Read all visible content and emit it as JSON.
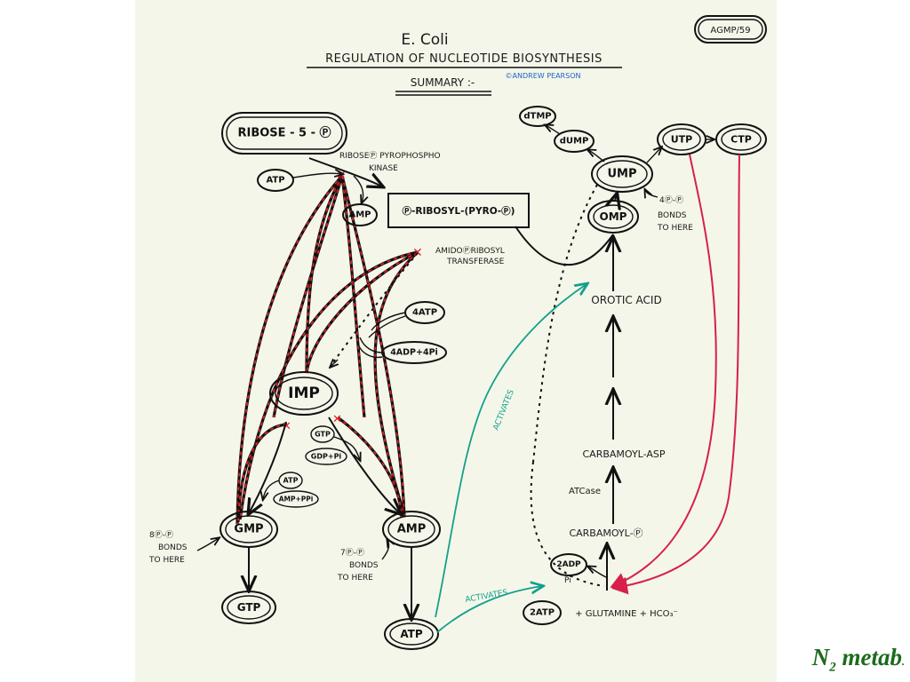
{
  "header": {
    "organism": "E. Coli",
    "title": "REGULATION OF NUCLEOTIDE BIOSYNTHESIS",
    "subtitle": "SUMMARY :-",
    "credit": "©ANDREW PEARSON",
    "ref_code": "AGMP/59"
  },
  "nodes": {
    "ribose5p": "RIBOSE - 5 - Ⓟ",
    "atp_top": "ATP",
    "amp_top": "AMP",
    "prpp": "Ⓟ-RIBOSYL-(PYRO-Ⓟ)",
    "imp": "IMP",
    "gmp": "GMP",
    "gtp": "GTP",
    "amp": "AMP",
    "atp": "ATP",
    "dtmp": "dTMP",
    "dump": "dUMP",
    "ump": "UMP",
    "utp": "UTP",
    "ctp": "CTP",
    "omp": "OMP",
    "atp4": "4ATP",
    "adp4": "4ADP+4Pi",
    "gtp_small": "GTP",
    "gdp_small": "GDP+Pi",
    "atp_small": "ATP",
    "amp_small": "AMP+PPi",
    "adp2": "2ADP",
    "pi": "Pi",
    "atp2": "2ATP"
  },
  "labels": {
    "enzyme1_l1": "RIBOSEⓅ PYROPHOSPHO",
    "enzyme1_l2": "KINASE",
    "enzyme2_l1": "AMIDOⓅRIBOSYL",
    "enzyme2_l2": "TRANSFERASE",
    "orotic": "OROTIC ACID",
    "carbamoyl_asp": "CARBAMOYL-ASP",
    "atcase": "ATCase",
    "carbamoyl_p": "CARBAMOYL-Ⓟ",
    "substrates": "+ GLUTAMINE + HCO₃⁻",
    "gmp_bonds_l1": "8Ⓟ-Ⓟ",
    "gmp_bonds_l2": "BONDS",
    "gmp_bonds_l3": "TO HERE",
    "amp_bonds_l1": "7Ⓟ-Ⓟ",
    "amp_bonds_l2": "BONDS",
    "amp_bonds_l3": "TO HERE",
    "omp_bonds_l1": "4Ⓟ-Ⓟ",
    "omp_bonds_l2": "BONDS",
    "omp_bonds_l3": "TO HERE",
    "activates_1": "ACTIVATES",
    "activates_2": "ACTIVATES"
  },
  "footer": {
    "label_main": "N",
    "label_sub": "2",
    "label_rest": " metab",
    "label_dot": "."
  },
  "colors": {
    "paper": "#f4f6ea",
    "ink": "#111111",
    "inhibition_red": "#d22222",
    "feedback_red": "#d6204a",
    "activation_teal": "#14a08a",
    "credit_blue": "#1d63c4",
    "footer_green": "#1b6b1b"
  }
}
